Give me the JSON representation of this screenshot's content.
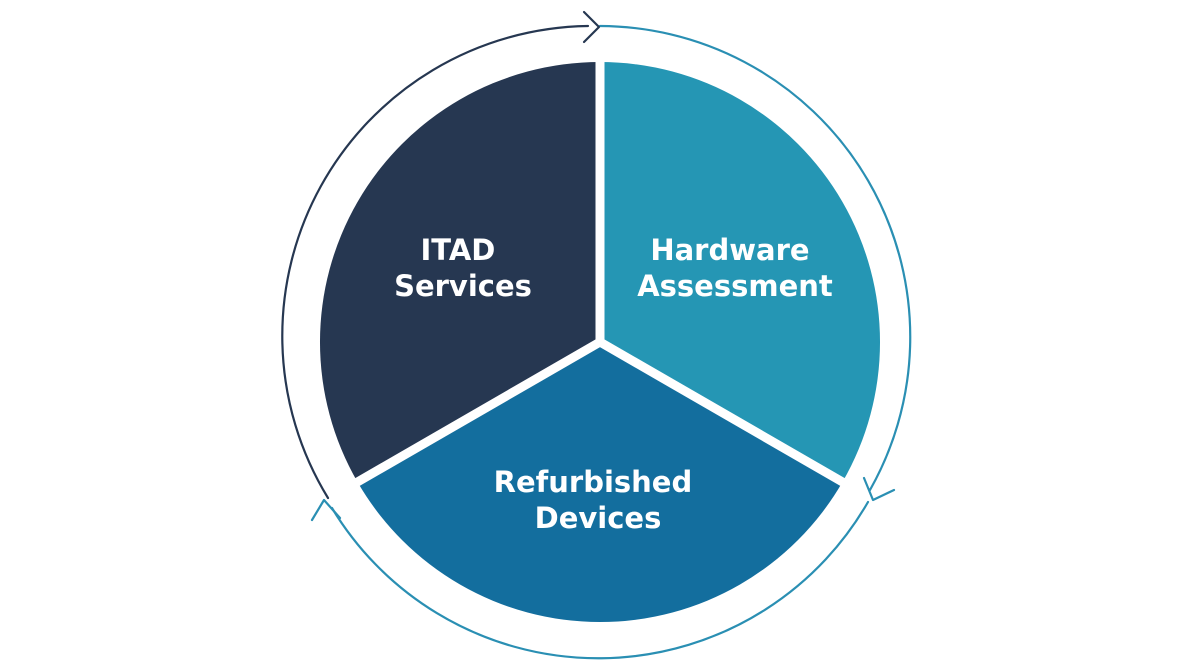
{
  "diagram": {
    "colors": {
      "background": "#ffffff",
      "separator": "#ffffff",
      "ring_dark": "#263751",
      "ring_light": "#2a8fb3"
    },
    "segments": [
      {
        "id": "itad",
        "lines": [
          "ITAD",
          "Services"
        ],
        "color": "#263751"
      },
      {
        "id": "hardware",
        "lines": [
          "Hardware",
          "Assessment"
        ],
        "color": "#2596b4"
      },
      {
        "id": "refurbished",
        "lines": [
          "Refurbished",
          "Devices"
        ],
        "color": "#136e9e"
      }
    ],
    "cycle_direction": "clockwise"
  }
}
